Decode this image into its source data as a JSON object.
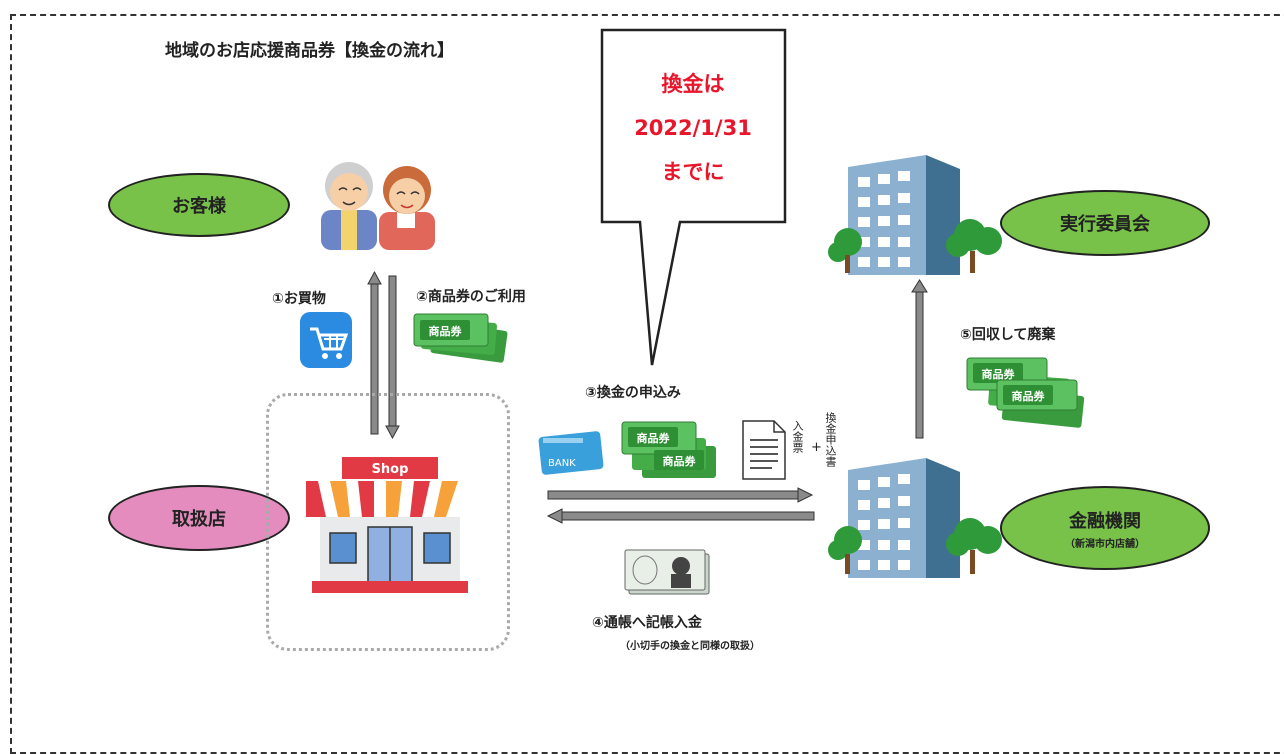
{
  "title": "地域のお店応援商品券【換金の流れ】",
  "balloon": {
    "line1": "換金は",
    "line2": "2022/1/31",
    "line3": "までに"
  },
  "nodes": {
    "customer": "お客様",
    "store": "取扱店",
    "committee": "実行委員会",
    "bank": "金融機関",
    "bank_sub": "（新潟市内店舗）"
  },
  "steps": {
    "step1": "①お買物",
    "step2": "②商品券のご利用",
    "step3": "③換金の申込み",
    "step4": "④通帳へ記帳入金",
    "step4_sub": "（小切手の換金と同様の取扱）",
    "step5": "⑤回収して廃棄"
  },
  "voucher_label": "商品券",
  "shop_sign": "Shop",
  "bankbook_label": "BANK",
  "doc_labels": {
    "slip": "入金票",
    "plus": "+",
    "application": "換金申込書"
  },
  "colors": {
    "green_oval": "#78c24a",
    "pink_oval": "#e48cbe",
    "deadline_red": "#e8162b",
    "arrow_gray": "#888888",
    "voucher_green": "#4caf50"
  }
}
